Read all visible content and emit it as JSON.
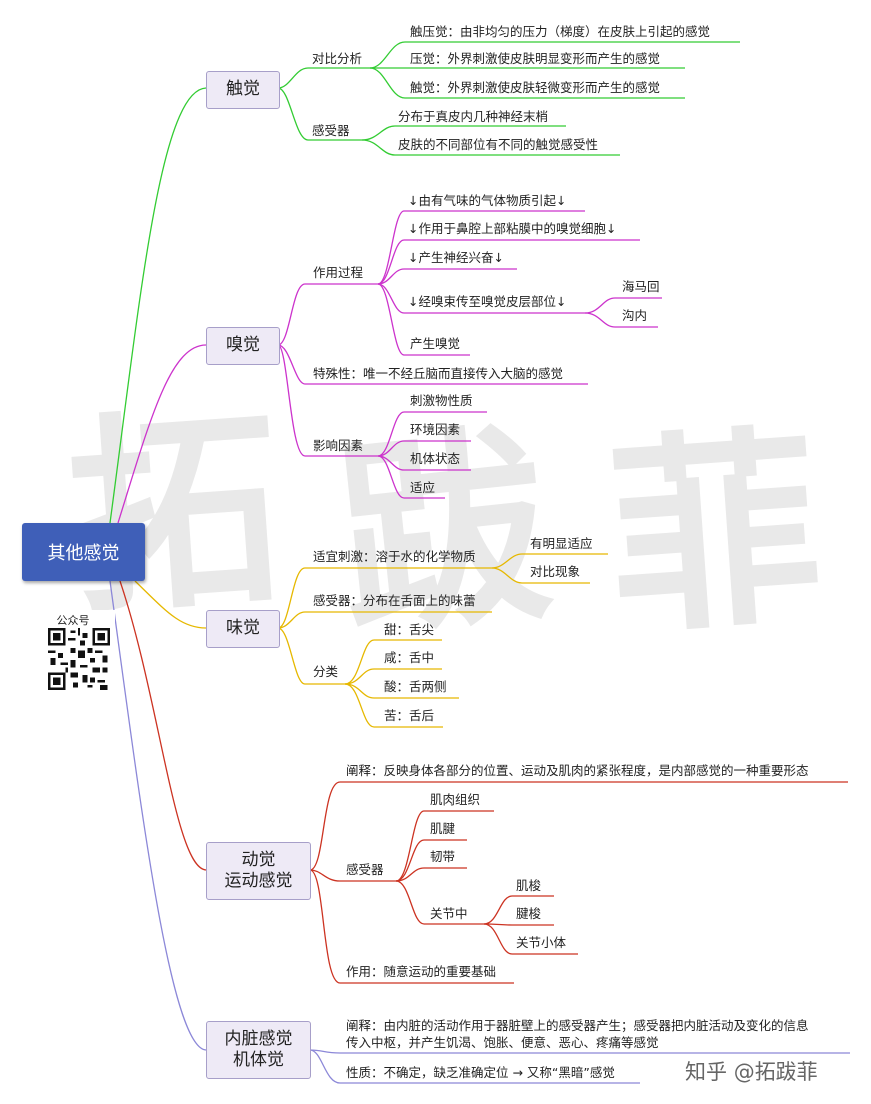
{
  "watermark": [
    "拓",
    "跋",
    "菲"
  ],
  "root": "其他感觉",
  "qr": {
    "label": "公众号"
  },
  "footer": {
    "site": "知乎",
    "handle": "@拓跋菲"
  },
  "colors": {
    "touch": "#33cc33",
    "smell": "#cc33cc",
    "taste": "#e6b800",
    "kinesthetic": "#cc3322",
    "visceral": "#8c88d8",
    "root": "#3f5fb8"
  },
  "touch": {
    "title": "触觉",
    "contrast": {
      "label": "对比分析",
      "items": [
        "触压觉：由非均匀的压力（梯度）在皮肤上引起的感觉",
        "压觉：外界刺激使皮肤明显变形而产生的感觉",
        "触觉：外界刺激使皮肤轻微变形而产生的感觉"
      ]
    },
    "receptor": {
      "label": "感受器",
      "items": [
        "分布于真皮内几种神经末梢",
        "皮肤的不同部位有不同的触觉感受性"
      ]
    }
  },
  "smell": {
    "title": "嗅觉",
    "process": {
      "label": "作用过程",
      "items": [
        "↓由有气味的气体物质引起↓",
        "↓作用于鼻腔上部粘膜中的嗅觉细胞↓",
        "↓产生神经兴奋↓",
        "↓经嗅束传至嗅觉皮层部位↓",
        "产生嗅觉"
      ],
      "sub": [
        "海马回",
        "沟内"
      ]
    },
    "special": "特殊性：唯一不经丘脑而直接传入大脑的感觉",
    "factors": {
      "label": "影响因素",
      "items": [
        "刺激物性质",
        "环境因素",
        "机体状态",
        "适应"
      ]
    }
  },
  "taste": {
    "title": "味觉",
    "stimulus": {
      "label": "适宜刺激：溶于水的化学物质",
      "items": [
        "有明显适应",
        "对比现象"
      ]
    },
    "receptor": "感受器：分布在舌面上的味蕾",
    "classes": {
      "label": "分类",
      "items": [
        "甜：舌尖",
        "咸：舌中",
        "酸：舌两侧",
        "苦：舌后"
      ]
    }
  },
  "kinesthetic": {
    "title1": "动觉",
    "title2": "运动感觉",
    "desc": "阐释：反映身体各部分的位置、运动及肌肉的紧张程度，是内部感觉的一种重要形态",
    "receptor": {
      "label": "感受器",
      "items": [
        "肌肉组织",
        "肌腱",
        "韧带"
      ],
      "joint": {
        "label": "关节中",
        "items": [
          "肌梭",
          "腱梭",
          "关节小体"
        ]
      }
    },
    "function": "作用：随意运动的重要基础"
  },
  "visceral": {
    "title1": "内脏感觉",
    "title2": "机体觉",
    "desc1": "阐释：由内脏的活动作用于器脏壁上的感受器产生；感受器把内脏活动及变化的信息",
    "desc2": "传入中枢，并产生饥渴、饱胀、便意、恶心、疼痛等感觉",
    "nature": "性质：不确定，缺乏准确定位 → 又称“黑暗”感觉"
  }
}
